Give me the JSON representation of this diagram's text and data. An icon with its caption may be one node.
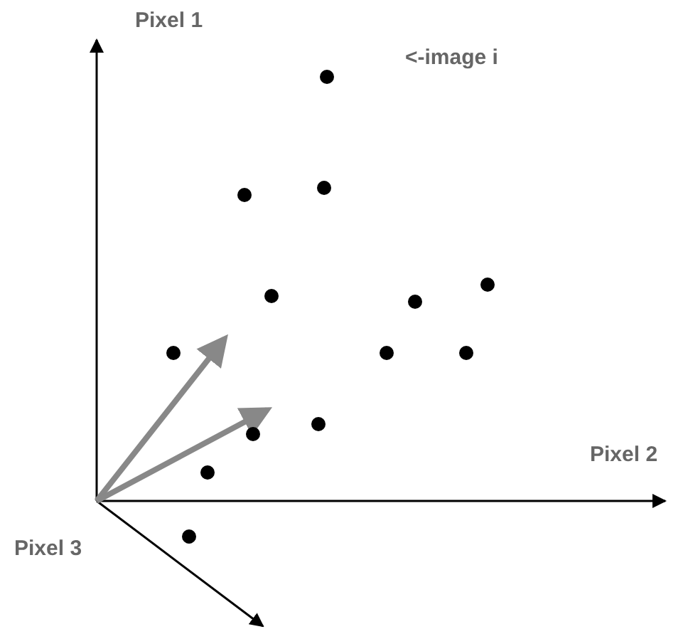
{
  "diagram": {
    "labels": [
      "Pixel 1",
      "<-image i",
      "Pixel 2",
      "Pixel 3"
    ]
  }
}
